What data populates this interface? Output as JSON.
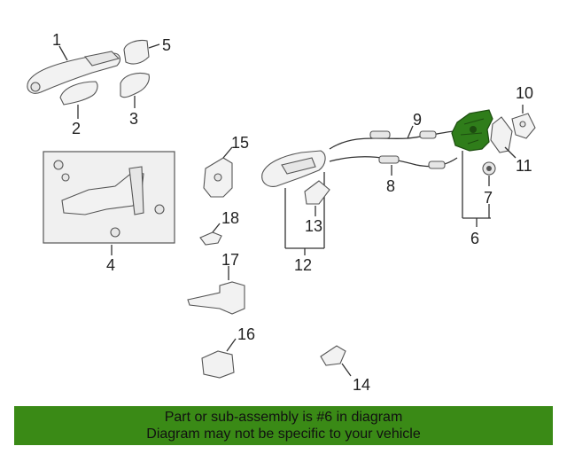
{
  "callouts": [
    "1",
    "2",
    "3",
    "4",
    "5",
    "6",
    "7",
    "8",
    "9",
    "10",
    "11",
    "12",
    "13",
    "14",
    "15",
    "16",
    "17",
    "18"
  ],
  "banner": {
    "line1": "Part or sub-assembly is #6 in diagram",
    "line2": "Diagram may not be specific to your vehicle"
  },
  "colors": {
    "highlight": "#2f7d1a",
    "banner": "#3a8a16",
    "inset_box": "#f0f0f0"
  }
}
